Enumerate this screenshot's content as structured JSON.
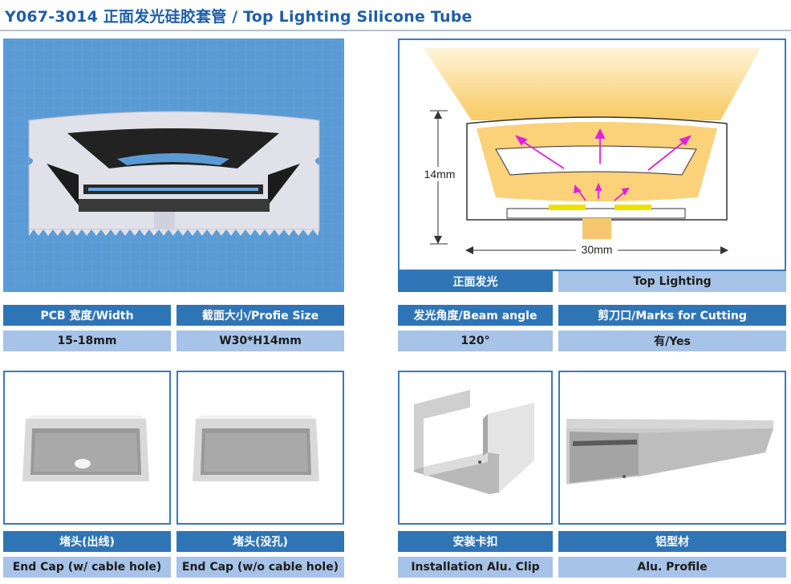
{
  "title": "Y067-3014 正面发光硅胶套管 / Top Lighting Silicone Tube",
  "diagram": {
    "height_label": "14mm",
    "width_label": "30mm"
  },
  "lighting": {
    "label_cn": "正面发光",
    "label_en": "Top Lighting"
  },
  "specs": [
    {
      "header": "PCB 宽度/Width",
      "value": "15-18mm"
    },
    {
      "header": "截面大小/Profie Size",
      "value": "W30*H14mm"
    },
    {
      "header": "发光角度/Beam angle",
      "value": "120°"
    },
    {
      "header": "剪刀口/Marks for Cutting",
      "value": "有/Yes"
    }
  ],
  "accessories": [
    {
      "label_cn": "堵头(出线)",
      "label_en": "End Cap (w/ cable hole)",
      "icon": "end-cap-with-hole"
    },
    {
      "label_cn": "堵头(没孔)",
      "label_en": "End Cap (w/o cable hole)",
      "icon": "end-cap-no-hole"
    },
    {
      "label_cn": "安装卡扣",
      "label_en": "Installation Alu. Clip",
      "icon": "alu-clip"
    },
    {
      "label_cn": "铝型材",
      "label_en": "Alu. Profile",
      "icon": "alu-profile"
    }
  ],
  "colors": {
    "brand_blue": "#2f75b6",
    "light_blue": "#a7c3e7",
    "title_blue": "#1f5ea8",
    "glow": "#f8cd6c",
    "arrows": "#e21ee0"
  }
}
